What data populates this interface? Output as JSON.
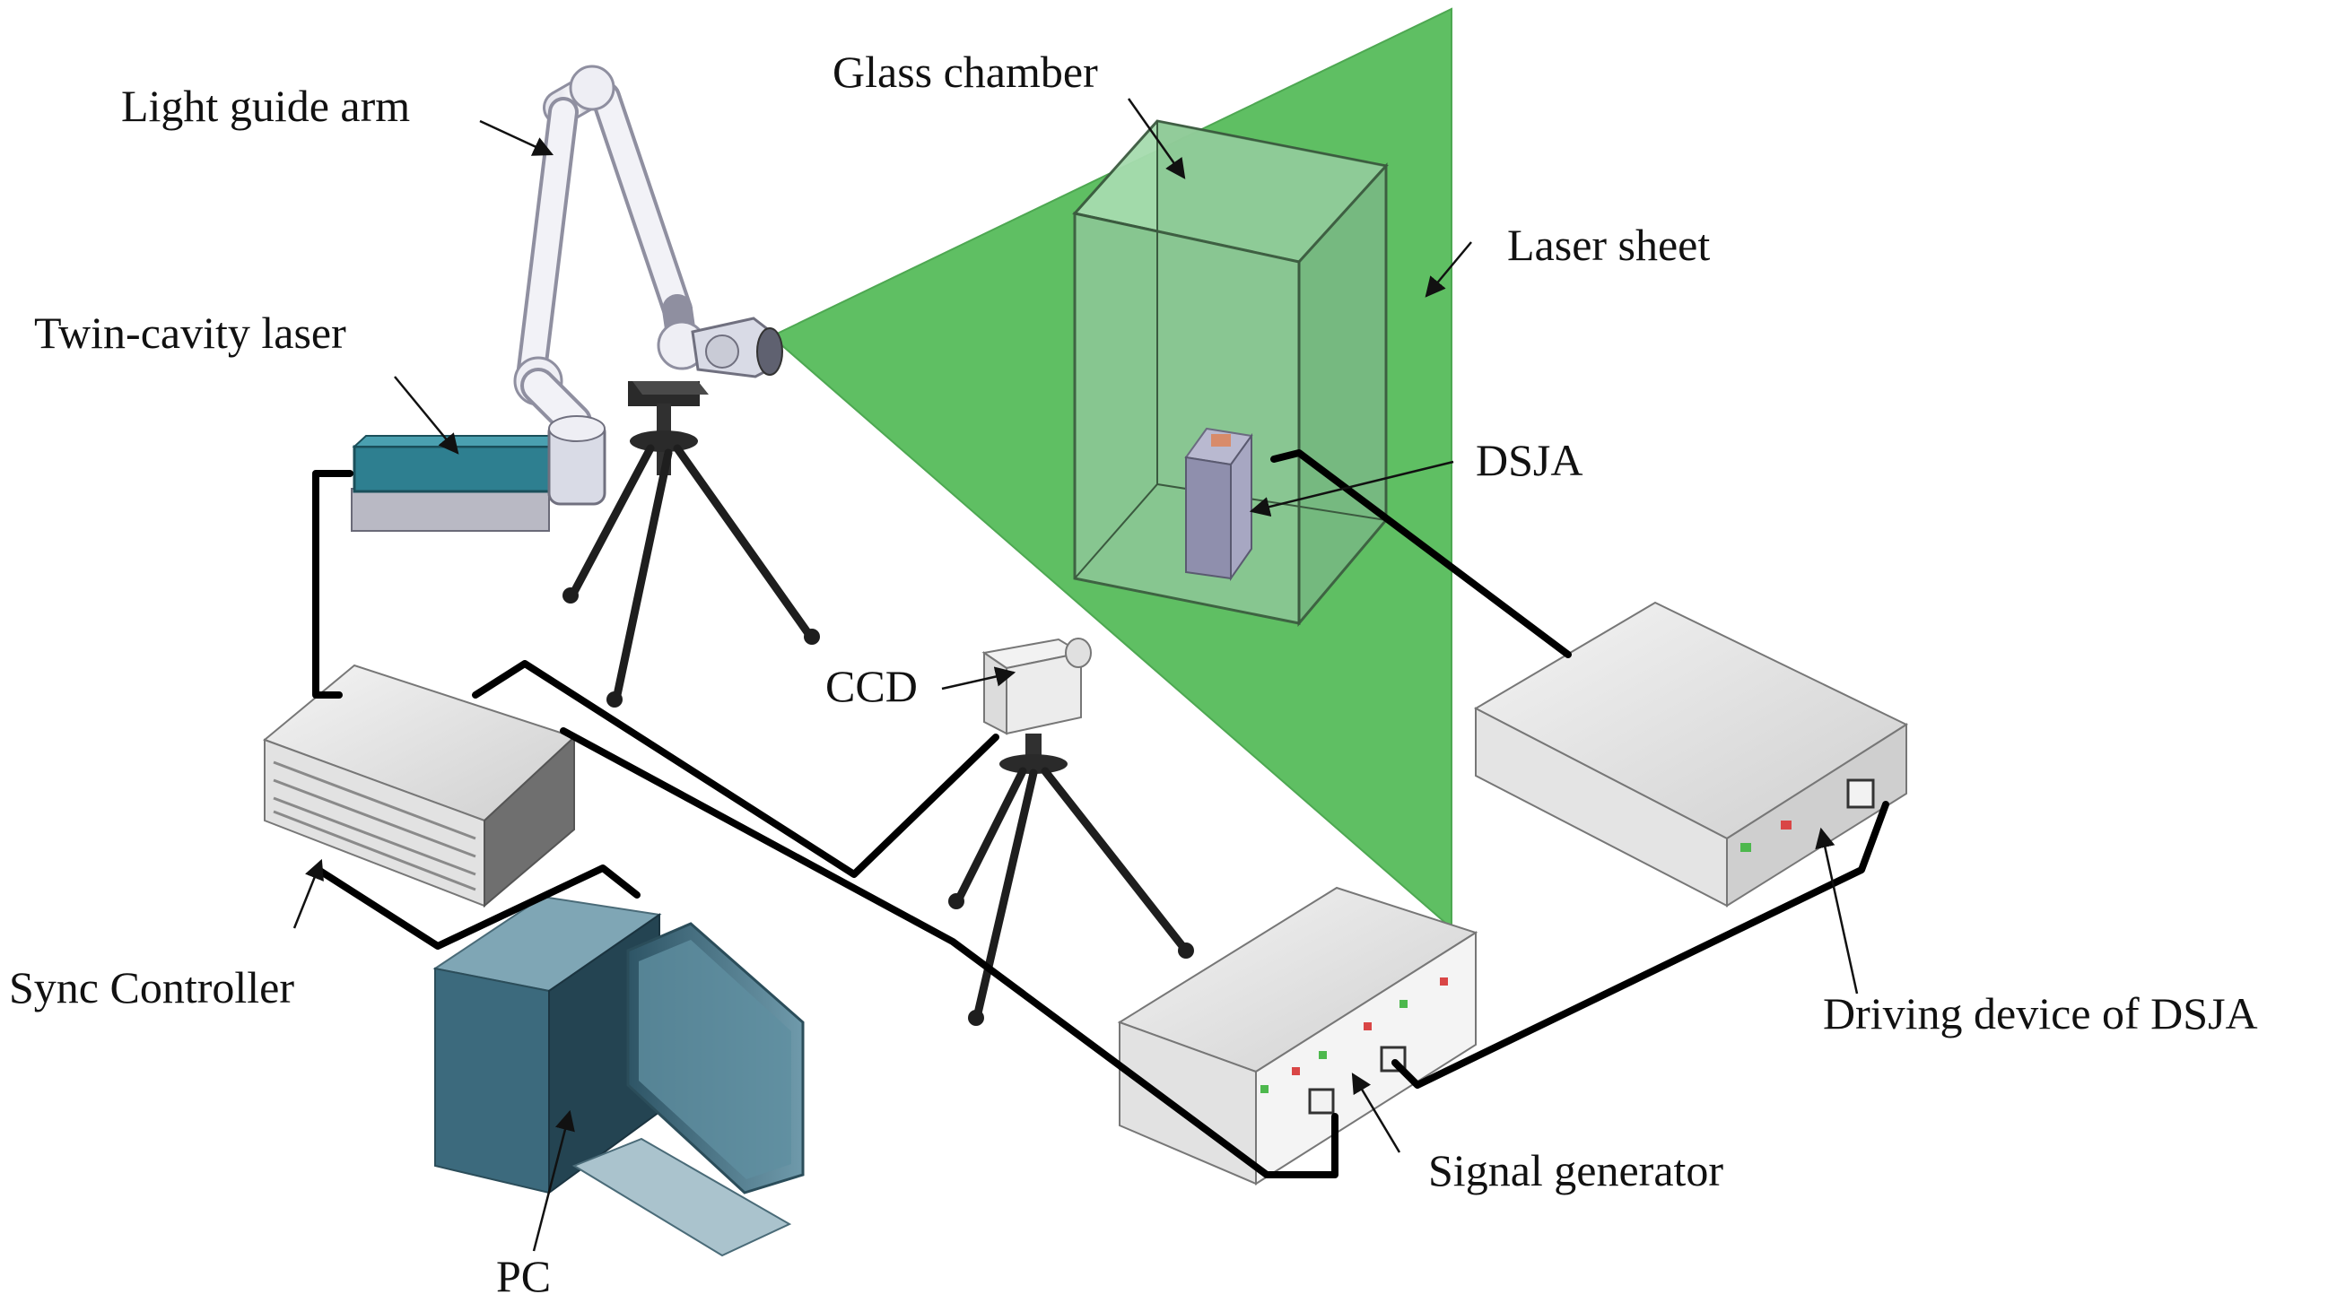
{
  "labels": {
    "light_guide_arm": "Light guide arm",
    "glass_chamber": "Glass chamber",
    "laser_sheet": "Laser sheet",
    "twin_cavity_laser": "Twin-cavity laser",
    "dsja": "DSJA",
    "ccd": "CCD",
    "sync_controller": "Sync Controller",
    "driving_device": "Driving device of DSJA",
    "signal_generator": "Signal generator",
    "pc": "PC"
  },
  "colors": {
    "laser_sheet": "#5fbf63",
    "laser_body": "#2e7f90",
    "chamber_glass": "#8fcf98",
    "device_grey": "#d9d9d9",
    "pc_blue": "#3f6f82",
    "cable": "#000000"
  }
}
